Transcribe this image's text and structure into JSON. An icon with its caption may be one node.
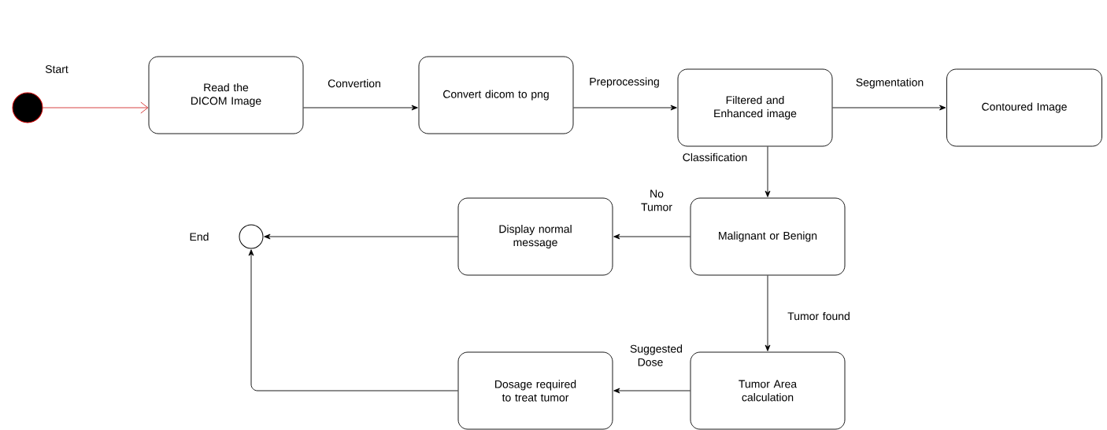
{
  "diagram": {
    "nodes": [
      {
        "text": [],
        "shape": "circle",
        "beside": [
          "Start"
        ]
      },
      {
        "text": [
          "Read the DICOM Image"
        ]
      },
      {
        "text": [
          "Convert dicom to png"
        ]
      },
      {
        "text": [
          "Filtered and Enhanced image"
        ]
      },
      {
        "text": [
          "Contoured Image"
        ]
      },
      {
        "text": [
          "Malignant or Benign"
        ]
      },
      {
        "text": [
          "Display normal message"
        ]
      },
      {
        "text": [],
        "shape": "circle",
        "beside": [
          "End"
        ]
      },
      {
        "text": [
          "Tumor Area calculation"
        ]
      },
      {
        "text": [
          "Dosage required to treat tumor"
        ]
      }
    ],
    "edges": [
      {
        "from": 0,
        "to": 1,
        "arrow": "to",
        "color": "#d32f2f"
      },
      {
        "from": 1,
        "to": 2,
        "arrow": "to",
        "label": "Convertion"
      },
      {
        "from": 2,
        "to": 3,
        "arrow": "to",
        "label": "Preprocessing"
      },
      {
        "from": 3,
        "to": 4,
        "arrow": "to",
        "label": "Segmentation"
      },
      {
        "from": 3,
        "to": 5,
        "arrow": "to",
        "label": "Classification"
      },
      {
        "from": 5,
        "to": 6,
        "arrow": "to",
        "label": "No Tumor"
      },
      {
        "from": 6,
        "to": 7,
        "arrow": "to"
      },
      {
        "from": 5,
        "to": 8,
        "arrow": "to",
        "label": "Tumor found"
      },
      {
        "from": 8,
        "to": 9,
        "arrow": "to",
        "label": "Suggested Dose"
      },
      {
        "from": 9,
        "to": 7,
        "arrow": "to"
      }
    ]
  }
}
